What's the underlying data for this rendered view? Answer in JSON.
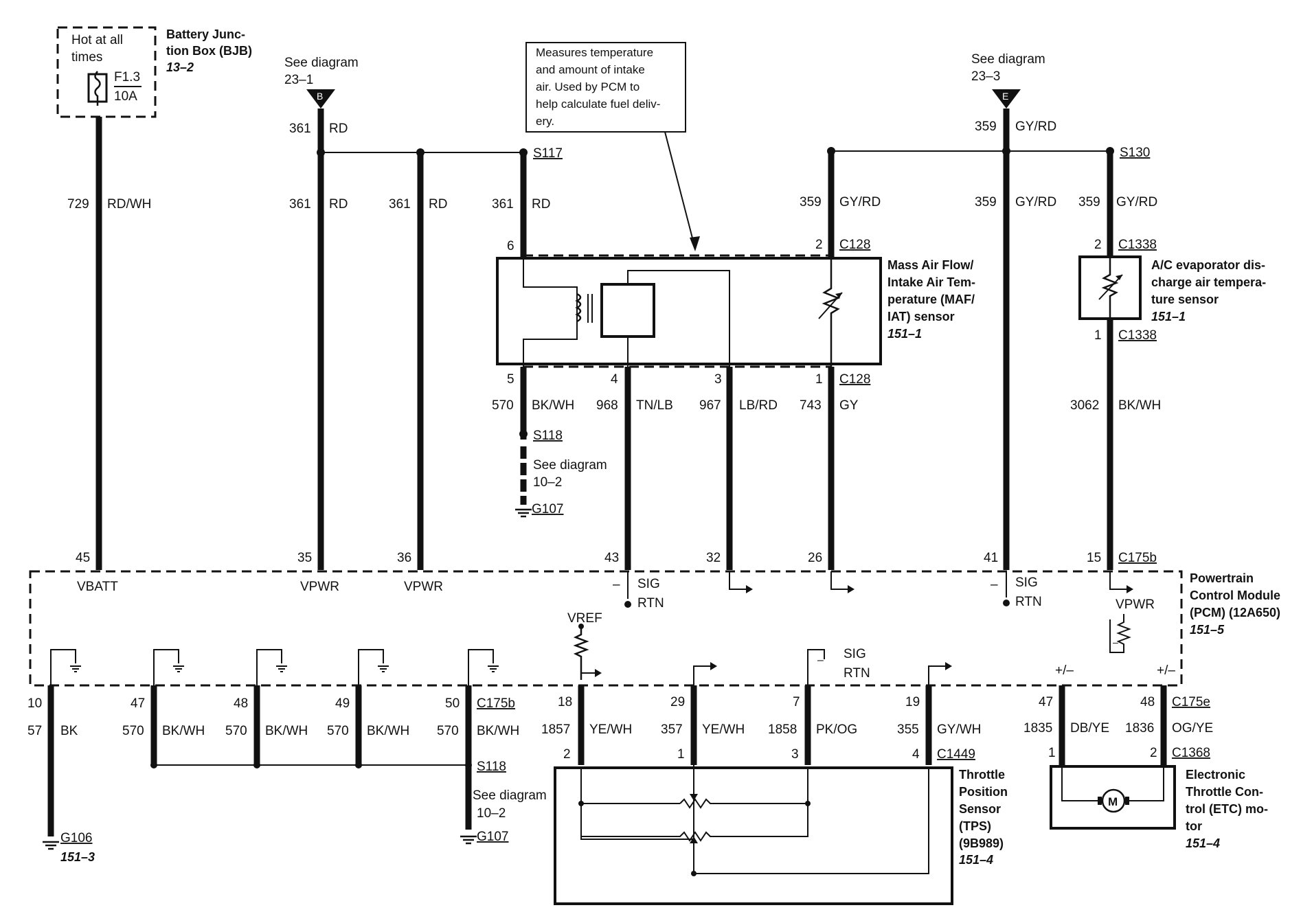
{
  "bjb": {
    "hot": [
      "Hot at all",
      "times"
    ],
    "fuse": "F1.3",
    "amps": "10A",
    "title": [
      "Battery Junc-",
      "tion Box (BJB)"
    ],
    "ref": "13–2"
  },
  "see_b": {
    "label": "See diagram",
    "ref": "23–1",
    "letter": "B"
  },
  "see_e": {
    "label": "See diagram",
    "ref": "23–3",
    "letter": "E"
  },
  "callout": [
    "Measures temperature",
    "and amount of intake",
    "air. Used by PCM to",
    "help calculate fuel deliv-",
    "ery."
  ],
  "splices": {
    "s117": "S117",
    "s130": "S130",
    "s118a": "S118",
    "s118b": "S118",
    "g107a": "G107",
    "g107b": "G107",
    "g106": "G106",
    "g106ref": "151–3"
  },
  "see_10_2": {
    "a1": "See diagram",
    "a2": "10–2",
    "b1": "See diagram",
    "b2": "10–2"
  },
  "top_wires": [
    {
      "circuit": "729",
      "color": "RD/WH"
    },
    {
      "circuit": "361",
      "color": "RD"
    },
    {
      "circuit": "361",
      "color": "RD"
    },
    {
      "circuit": "361",
      "color": "RD"
    },
    {
      "circuit": "361",
      "color": "RD"
    },
    {
      "circuit": "359",
      "color": "GY/RD"
    },
    {
      "circuit": "359",
      "color": "GY/RD"
    },
    {
      "circuit": "359",
      "color": "GY/RD"
    },
    {
      "circuit": "359",
      "color": "GY/RD"
    }
  ],
  "maf": {
    "title": [
      "Mass Air Flow/",
      "Intake Air Tem-",
      "perature (MAF/",
      "IAT) sensor"
    ],
    "ref": "151–1",
    "c_top": "C128",
    "c_bot": "C128",
    "pins_top": [
      "6",
      "2"
    ],
    "pins_bot": [
      "5",
      "4",
      "3",
      "1"
    ],
    "wires": [
      {
        "circuit": "570",
        "color": "BK/WH"
      },
      {
        "circuit": "968",
        "color": "TN/LB"
      },
      {
        "circuit": "967",
        "color": "LB/RD"
      },
      {
        "circuit": "743",
        "color": "GY"
      }
    ]
  },
  "ac_sensor": {
    "title": [
      "A/C evaporator dis-",
      "charge air tempera-",
      "ture sensor"
    ],
    "ref": "151–1",
    "c_top": "C1338",
    "c_bot": "C1338",
    "pin_top": "2",
    "pin_bot": "1",
    "wire": {
      "circuit": "3062",
      "color": "BK/WH"
    }
  },
  "pcm": {
    "title": [
      "Powertrain",
      "Control Module",
      "(PCM) (12A650)"
    ],
    "ref": "151–5",
    "conn_top": "C175b",
    "top_pins": [
      "45",
      "35",
      "36",
      "43",
      "32",
      "26",
      "41",
      "15"
    ],
    "vbatt": "VBATT",
    "vpwr1": "VPWR",
    "vpwr2": "VPWR",
    "vpwr3": "VPWR",
    "sig": "SIG",
    "rtn": "RTN",
    "minus": "–",
    "vref": "VREF",
    "plusminus": "+/–",
    "conn_bot_left": "C175b",
    "conn_bot_right": "C175e"
  },
  "bottom_wires": [
    {
      "pin": "10",
      "circuit": "57",
      "color": "BK"
    },
    {
      "pin": "47",
      "circuit": "570",
      "color": "BK/WH"
    },
    {
      "pin": "48",
      "circuit": "570",
      "color": "BK/WH"
    },
    {
      "pin": "49",
      "circuit": "570",
      "color": "BK/WH"
    },
    {
      "pin": "50",
      "circuit": "570",
      "color": "BK/WH"
    },
    {
      "pin": "18",
      "circuit": "1857",
      "color": "YE/WH"
    },
    {
      "pin": "29",
      "circuit": "357",
      "color": "YE/WH"
    },
    {
      "pin": "7",
      "circuit": "1858",
      "color": "PK/OG"
    },
    {
      "pin": "19",
      "circuit": "355",
      "color": "GY/WH"
    },
    {
      "pin": "47",
      "circuit": "1835",
      "color": "DB/YE"
    },
    {
      "pin": "48",
      "circuit": "1836",
      "color": "OG/YE"
    }
  ],
  "tps": {
    "title": [
      "Throttle",
      "Position",
      "Sensor",
      "(TPS)",
      "(9B989)"
    ],
    "ref": "151–4",
    "conn": "C1449",
    "pins": [
      "2",
      "1",
      "3",
      "4"
    ]
  },
  "etc": {
    "title": [
      "Electronic",
      "Throttle Con-",
      "trol (ETC) mo-",
      "tor"
    ],
    "ref": "151–4",
    "conn": "C1368",
    "pins": [
      "1",
      "2"
    ],
    "motor": "M"
  }
}
